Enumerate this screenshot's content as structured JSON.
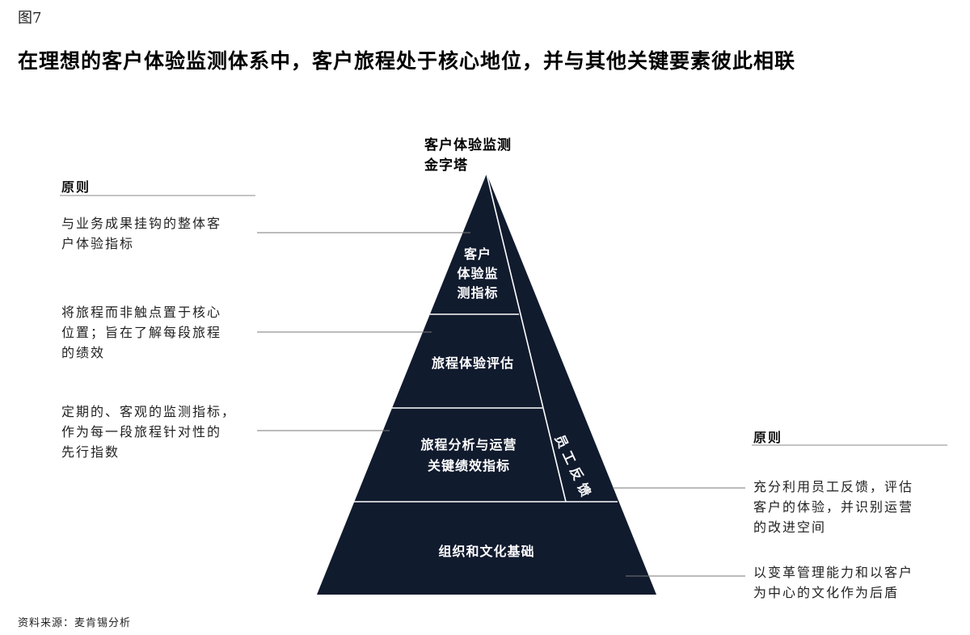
{
  "figure_label": "图7",
  "headline": "在理想的客户体验监测体系中，客户旅程处于核心地位，并与其他关键要素彼此相联",
  "pyramid": {
    "title_line1": "客户体验监测",
    "title_line2": "金字塔",
    "tiers": [
      {
        "lines": [
          "客户",
          "体验监",
          "测指标"
        ]
      },
      {
        "lines": [
          "旅程体验评估"
        ]
      },
      {
        "lines": [
          "旅程分析与运营",
          "关键绩效指标"
        ]
      },
      {
        "lines": [
          "组织和文化基础"
        ]
      }
    ],
    "side_band_chars": [
      "员",
      "工",
      "反",
      "馈"
    ],
    "fill_color": "#111b2e"
  },
  "left": {
    "heading": "原则",
    "principles": [
      {
        "lines": [
          "与业务成果挂钩的整体客",
          "户体验指标"
        ]
      },
      {
        "lines": [
          "将旅程而非触点置于核心",
          "位置；旨在了解每段旅程",
          "的绩效"
        ]
      },
      {
        "lines": [
          "定期的、客观的监测指标，",
          "作为每一段旅程针对性的",
          "先行指数"
        ]
      }
    ]
  },
  "right": {
    "heading": "原则",
    "principles": [
      {
        "lines": [
          "充分利用员工反馈，评估",
          "客户的体验，并识别运营",
          "的改进空间"
        ]
      },
      {
        "lines": [
          "以变革管理能力和以客户",
          "为中心的文化作为后盾"
        ]
      }
    ]
  },
  "source": "资料来源：麦肯锡分析"
}
